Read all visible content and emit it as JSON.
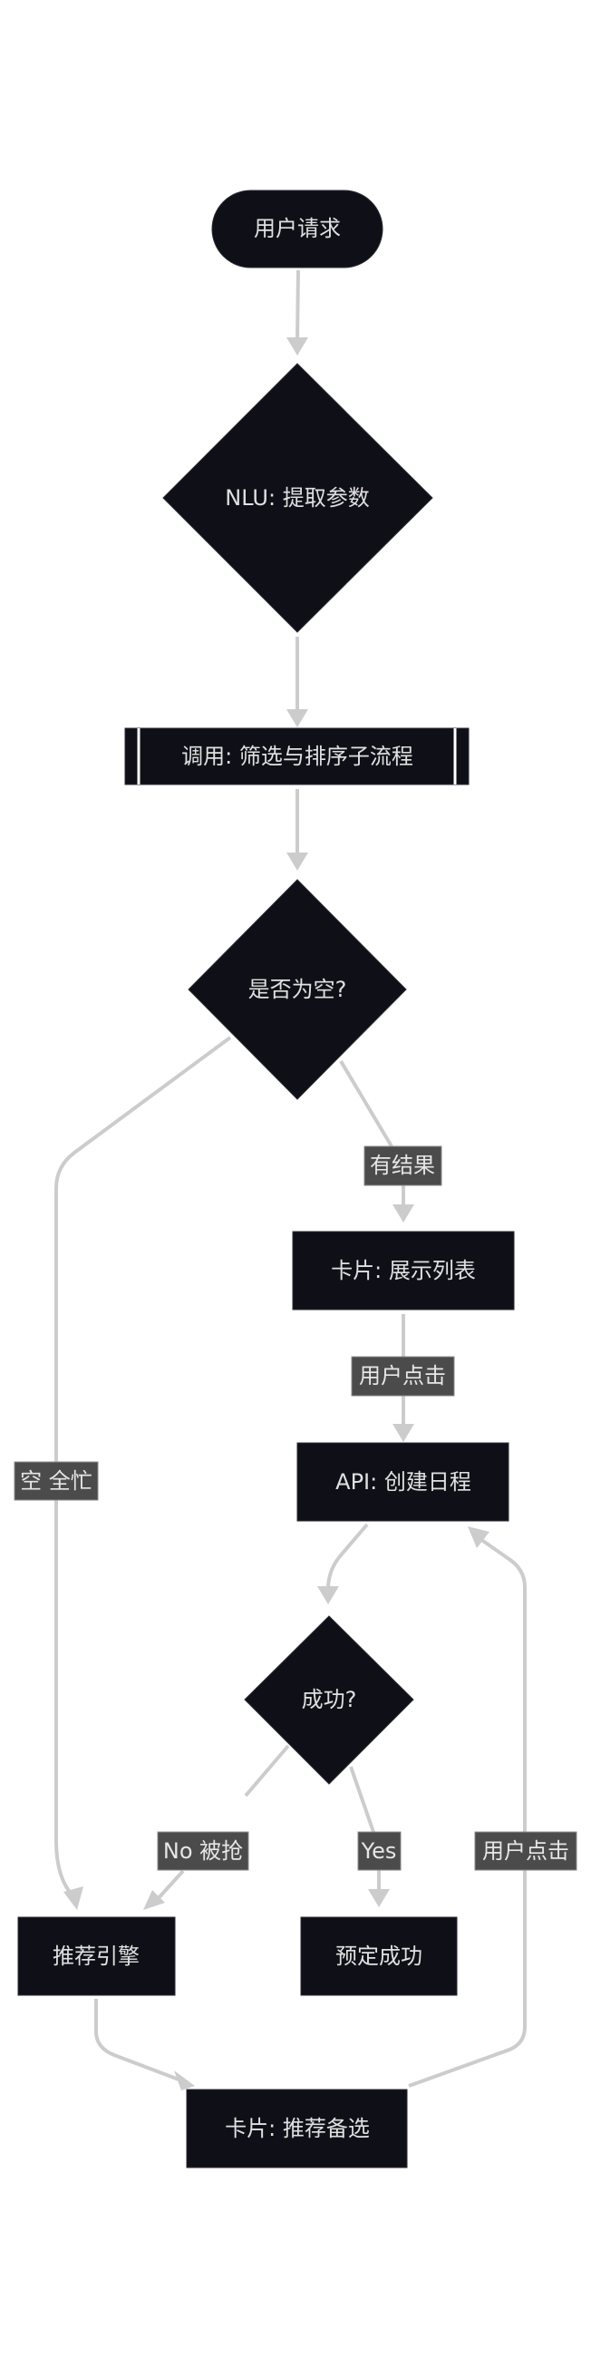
{
  "diagram": {
    "type": "flowchart",
    "colors": {
      "node_fill": "#0f0f17",
      "node_text": "#e0e0e0",
      "edge": "#cccccc",
      "label_fill": "#4b4b4b",
      "background": "#ffffff"
    },
    "nodes": {
      "start": {
        "label": "用户请求",
        "shape": "stadium"
      },
      "nlu": {
        "label": "NLU: 提取参数",
        "shape": "diamond"
      },
      "subflow": {
        "label": "调用: 筛选与排序子流程",
        "shape": "subroutine"
      },
      "is_empty": {
        "label": "是否为空?",
        "shape": "diamond"
      },
      "show_list": {
        "label": "卡片: 展示列表",
        "shape": "rect"
      },
      "create_event": {
        "label": "API: 创建日程",
        "shape": "rect"
      },
      "success_check": {
        "label": "成功?",
        "shape": "diamond"
      },
      "recommend_engine": {
        "label": "推荐引擎",
        "shape": "rect"
      },
      "booking_success": {
        "label": "预定成功",
        "shape": "rect"
      },
      "recommend_card": {
        "label": "卡片: 推荐备选",
        "shape": "rect"
      }
    },
    "edges": {
      "start_to_nlu": {
        "from": "start",
        "to": "nlu",
        "label": ""
      },
      "nlu_to_subflow": {
        "from": "nlu",
        "to": "subflow",
        "label": ""
      },
      "subflow_to_empty": {
        "from": "subflow",
        "to": "is_empty",
        "label": ""
      },
      "empty_to_engine": {
        "from": "is_empty",
        "to": "recommend_engine",
        "label": "空 全忙"
      },
      "empty_to_list": {
        "from": "is_empty",
        "to": "show_list",
        "label": "有结果"
      },
      "list_to_create": {
        "from": "show_list",
        "to": "create_event",
        "label": "用户点击"
      },
      "create_to_success": {
        "from": "create_event",
        "to": "success_check",
        "label": ""
      },
      "success_no": {
        "from": "success_check",
        "to": "recommend_engine",
        "label": "No 被抢"
      },
      "success_yes": {
        "from": "success_check",
        "to": "booking_success",
        "label": "Yes"
      },
      "engine_to_card": {
        "from": "recommend_engine",
        "to": "recommend_card",
        "label": ""
      },
      "card_to_create": {
        "from": "recommend_card",
        "to": "create_event",
        "label": "用户点击"
      }
    }
  }
}
